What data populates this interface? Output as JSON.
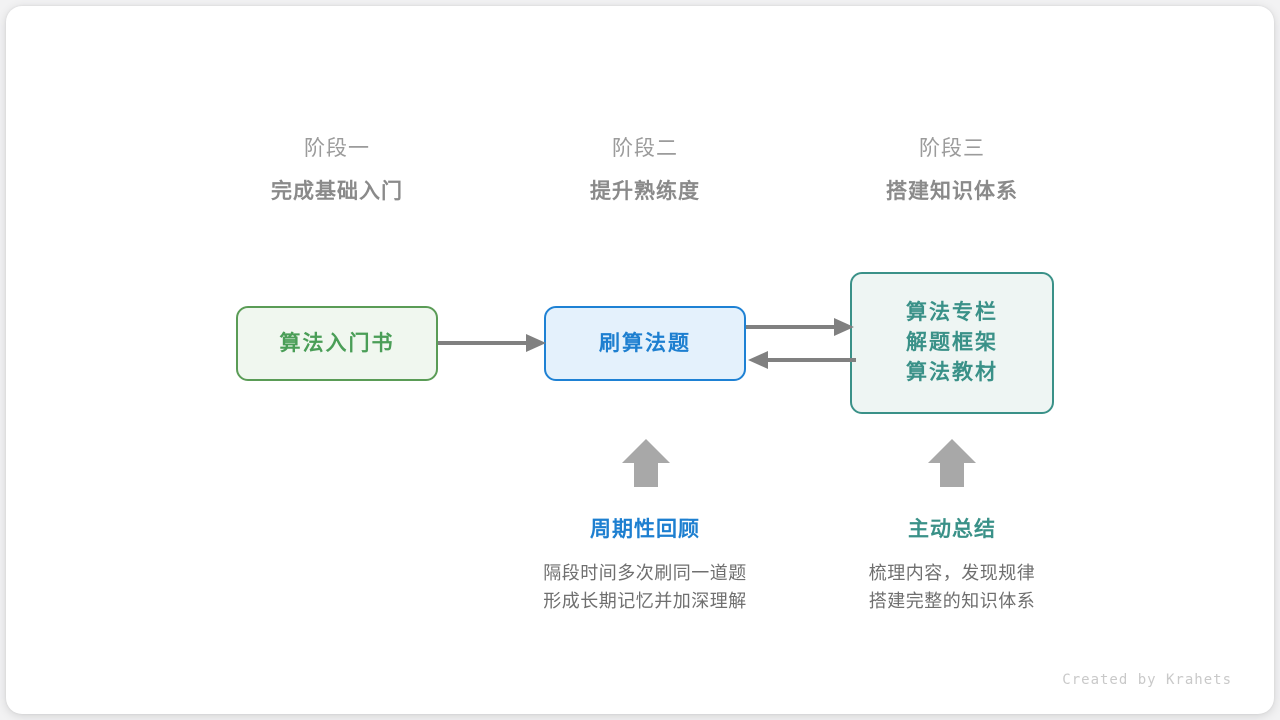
{
  "diagram": {
    "title_hidden": "",
    "stages": [
      {
        "index_label": "阶段一",
        "title": "完成基础入门"
      },
      {
        "index_label": "阶段二",
        "title": "提升熟练度"
      },
      {
        "index_label": "阶段三",
        "title": "搭建知识体系"
      }
    ],
    "nodes": [
      {
        "id": "book",
        "lines": [
          "算法入门书"
        ],
        "color": "#4a9e57",
        "border": "#5a9c56",
        "fill": "#f0f7ef"
      },
      {
        "id": "practice",
        "lines": [
          "刷算法题"
        ],
        "color": "#1d7fd0",
        "border": "#1e81d4",
        "fill": "#e4f1fc"
      },
      {
        "id": "resources",
        "lines": [
          "算法专栏",
          "解题框架",
          "算法教材"
        ],
        "color": "#3a9188",
        "border": "#3a9188",
        "fill": "#eef5f3"
      }
    ],
    "connectors": [
      {
        "id": "book-to-practice",
        "from": "book",
        "to": "practice",
        "direction": "right",
        "color": "#808080"
      },
      {
        "id": "practice-to-resources",
        "from": "practice",
        "to": "resources",
        "direction": "right",
        "color": "#808080"
      },
      {
        "id": "resources-to-practice",
        "from": "resources",
        "to": "practice",
        "direction": "left",
        "color": "#808080"
      },
      {
        "id": "review-up-arrow",
        "from": "review-note",
        "to": "practice",
        "direction": "up",
        "color": "#a8a8a8"
      },
      {
        "id": "summary-up-arrow",
        "from": "summary-note",
        "to": "resources",
        "direction": "up",
        "color": "#a8a8a8"
      }
    ],
    "notes": [
      {
        "id": "review",
        "title": "周期性回顾",
        "title_color": "#1d7fd0",
        "body": [
          "隔段时间多次刷同一道题",
          "形成长期记忆并加深理解"
        ]
      },
      {
        "id": "summary",
        "title": "主动总结",
        "title_color": "#3a9188",
        "body": [
          "梳理内容，发现规律",
          "搭建完整的知识体系"
        ]
      }
    ],
    "credit": "Created by Krahets"
  }
}
